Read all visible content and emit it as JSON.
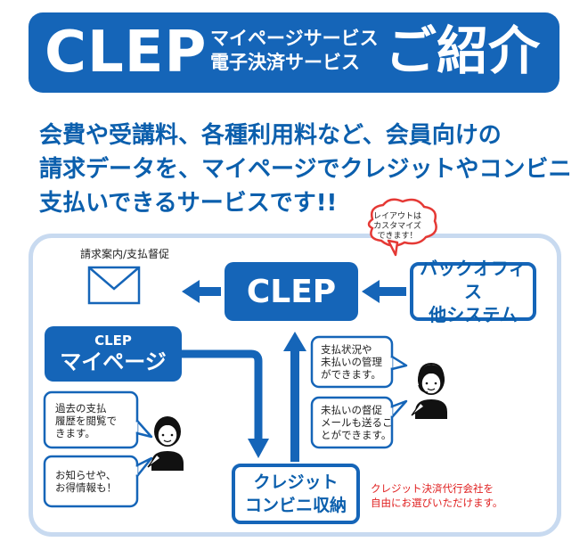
{
  "banner": {
    "brand": "CLEP",
    "sub_line1": "マイページサービス",
    "sub_line2": "電子決済サービス",
    "title": "ご紹介"
  },
  "headline": {
    "line1": "会費や受講料、各種利用料など、会員向けの",
    "line2": "請求データを、マイページでクレジットやコンビニ",
    "line3": "支払いできるサービスです!!"
  },
  "diagram": {
    "clep_label": "CLEP",
    "backoffice": [
      "バックオフィス",
      "他システム"
    ],
    "mail_label": "請求案内/支払督促",
    "mypage_small": "CLEP",
    "mypage_big": "マイページ",
    "payment": [
      "クレジット",
      "コンビニ収納"
    ],
    "payment_note": [
      "クレジット決済代行会社を",
      "自由にお選びいただけます。"
    ],
    "customize_note": [
      "レイアウトは",
      "カスタマイズ",
      "できます！"
    ],
    "bubbles_right": [
      [
        "支払状況や",
        "未払いの管理",
        "ができます。"
      ],
      [
        "未払いの督促",
        "メールも送るこ",
        "とができます。"
      ]
    ],
    "bubbles_left": [
      [
        "過去の支払",
        "履歴を閲覧で",
        "きます。"
      ],
      [
        "お知らせや、",
        "お得情報も！"
      ]
    ]
  },
  "colors": {
    "primary": "#1565b8",
    "heading": "#0b5fad",
    "frame": "#c8daf0",
    "note": "#e02020",
    "cloud_border": "#e53935"
  }
}
